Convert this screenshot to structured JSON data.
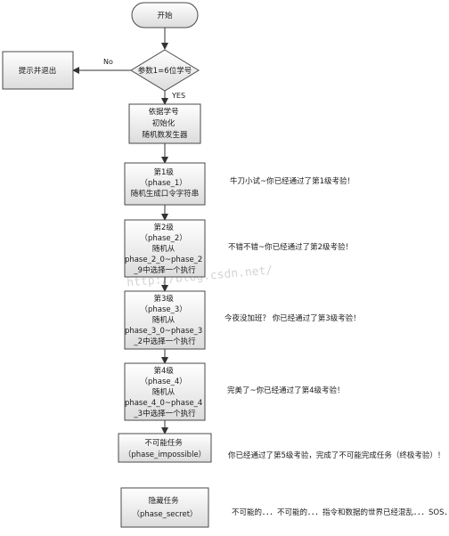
{
  "nodes": {
    "start": {
      "label": "开始",
      "shape": "terminal"
    },
    "decision": {
      "label": "参数1=6位学号",
      "shape": "decision"
    },
    "exit": {
      "label": "提示并退出",
      "shape": "process"
    },
    "init": {
      "lines": [
        "依据学号",
        "初始化",
        "随机数发生器"
      ],
      "shape": "process"
    },
    "phase1": {
      "lines": [
        "第1级",
        "（phase_1）",
        "随机生成口令字符串"
      ],
      "shape": "process"
    },
    "phase2": {
      "lines": [
        "第2级",
        "（phase_2）",
        "随机从",
        "phase_2_0~phase_2",
        "_9中选择一个执行"
      ],
      "shape": "process"
    },
    "phase3": {
      "lines": [
        "第3级",
        "（phase_3）",
        "随机从",
        "phase_3_0~phase_3",
        "_2中选择一个执行"
      ],
      "shape": "process"
    },
    "phase4": {
      "lines": [
        "第4级",
        "（phase_4）",
        "随机从",
        "phase_4_0~phase_4",
        "_3中选择一个执行"
      ],
      "shape": "process"
    },
    "impossible": {
      "lines": [
        "不可能任务",
        "（phase_impossible）"
      ],
      "shape": "process"
    },
    "secret": {
      "lines": [
        "隐藏任务",
        "（phase_secret）"
      ],
      "shape": "process"
    }
  },
  "edge_labels": {
    "no": "No",
    "yes": "YES"
  },
  "notes": {
    "phase1": "牛刀小试~你已经通过了第1级考验！",
    "phase2": "不错不错~你已经通过了第2级考验！",
    "phase3": "今夜没加班？ 你已经通过了第3级考验！",
    "phase4": "完美了~你已经通过了第4级考验！",
    "impossible": "你已经通过了第5级考验，完成了不可能完成任务（终极考验）！",
    "secret": "不可能的．．．不可能的．．．指令和数据的世界已经混乱．．．SOS．．．"
  },
  "watermark": "http://blog.csdn.net/",
  "colors": {
    "fill_top": "#ffffff",
    "fill_bottom": "#dcdcdc",
    "stroke": "#4a4a4a",
    "arrow": "#333333"
  }
}
